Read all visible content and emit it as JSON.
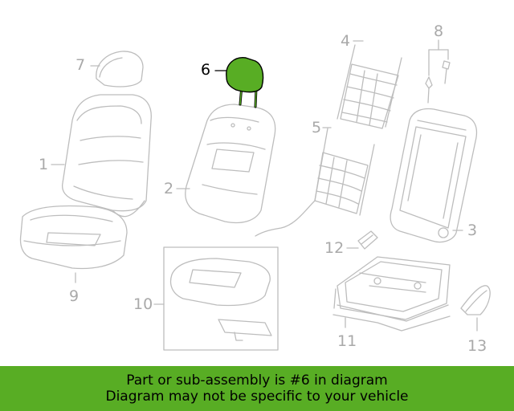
{
  "diagram": {
    "highlight_color": "#58ad24",
    "line_color": "#bdbdbd",
    "callouts": [
      {
        "id": "1",
        "label": "1",
        "highlighted": false
      },
      {
        "id": "2",
        "label": "2",
        "highlighted": false
      },
      {
        "id": "3",
        "label": "3",
        "highlighted": false
      },
      {
        "id": "4",
        "label": "4",
        "highlighted": false
      },
      {
        "id": "5",
        "label": "5",
        "highlighted": false
      },
      {
        "id": "6",
        "label": "6",
        "highlighted": true
      },
      {
        "id": "7",
        "label": "7",
        "highlighted": false
      },
      {
        "id": "8",
        "label": "8",
        "highlighted": false
      },
      {
        "id": "9",
        "label": "9",
        "highlighted": false
      },
      {
        "id": "10",
        "label": "10",
        "highlighted": false
      },
      {
        "id": "11",
        "label": "11",
        "highlighted": false
      },
      {
        "id": "12",
        "label": "12",
        "highlighted": false
      },
      {
        "id": "13",
        "label": "13",
        "highlighted": false
      }
    ]
  },
  "banner": {
    "line1": "Part or sub-assembly is #6 in diagram",
    "line2": "Diagram may not be specific to your vehicle",
    "background": "#58ad24"
  }
}
